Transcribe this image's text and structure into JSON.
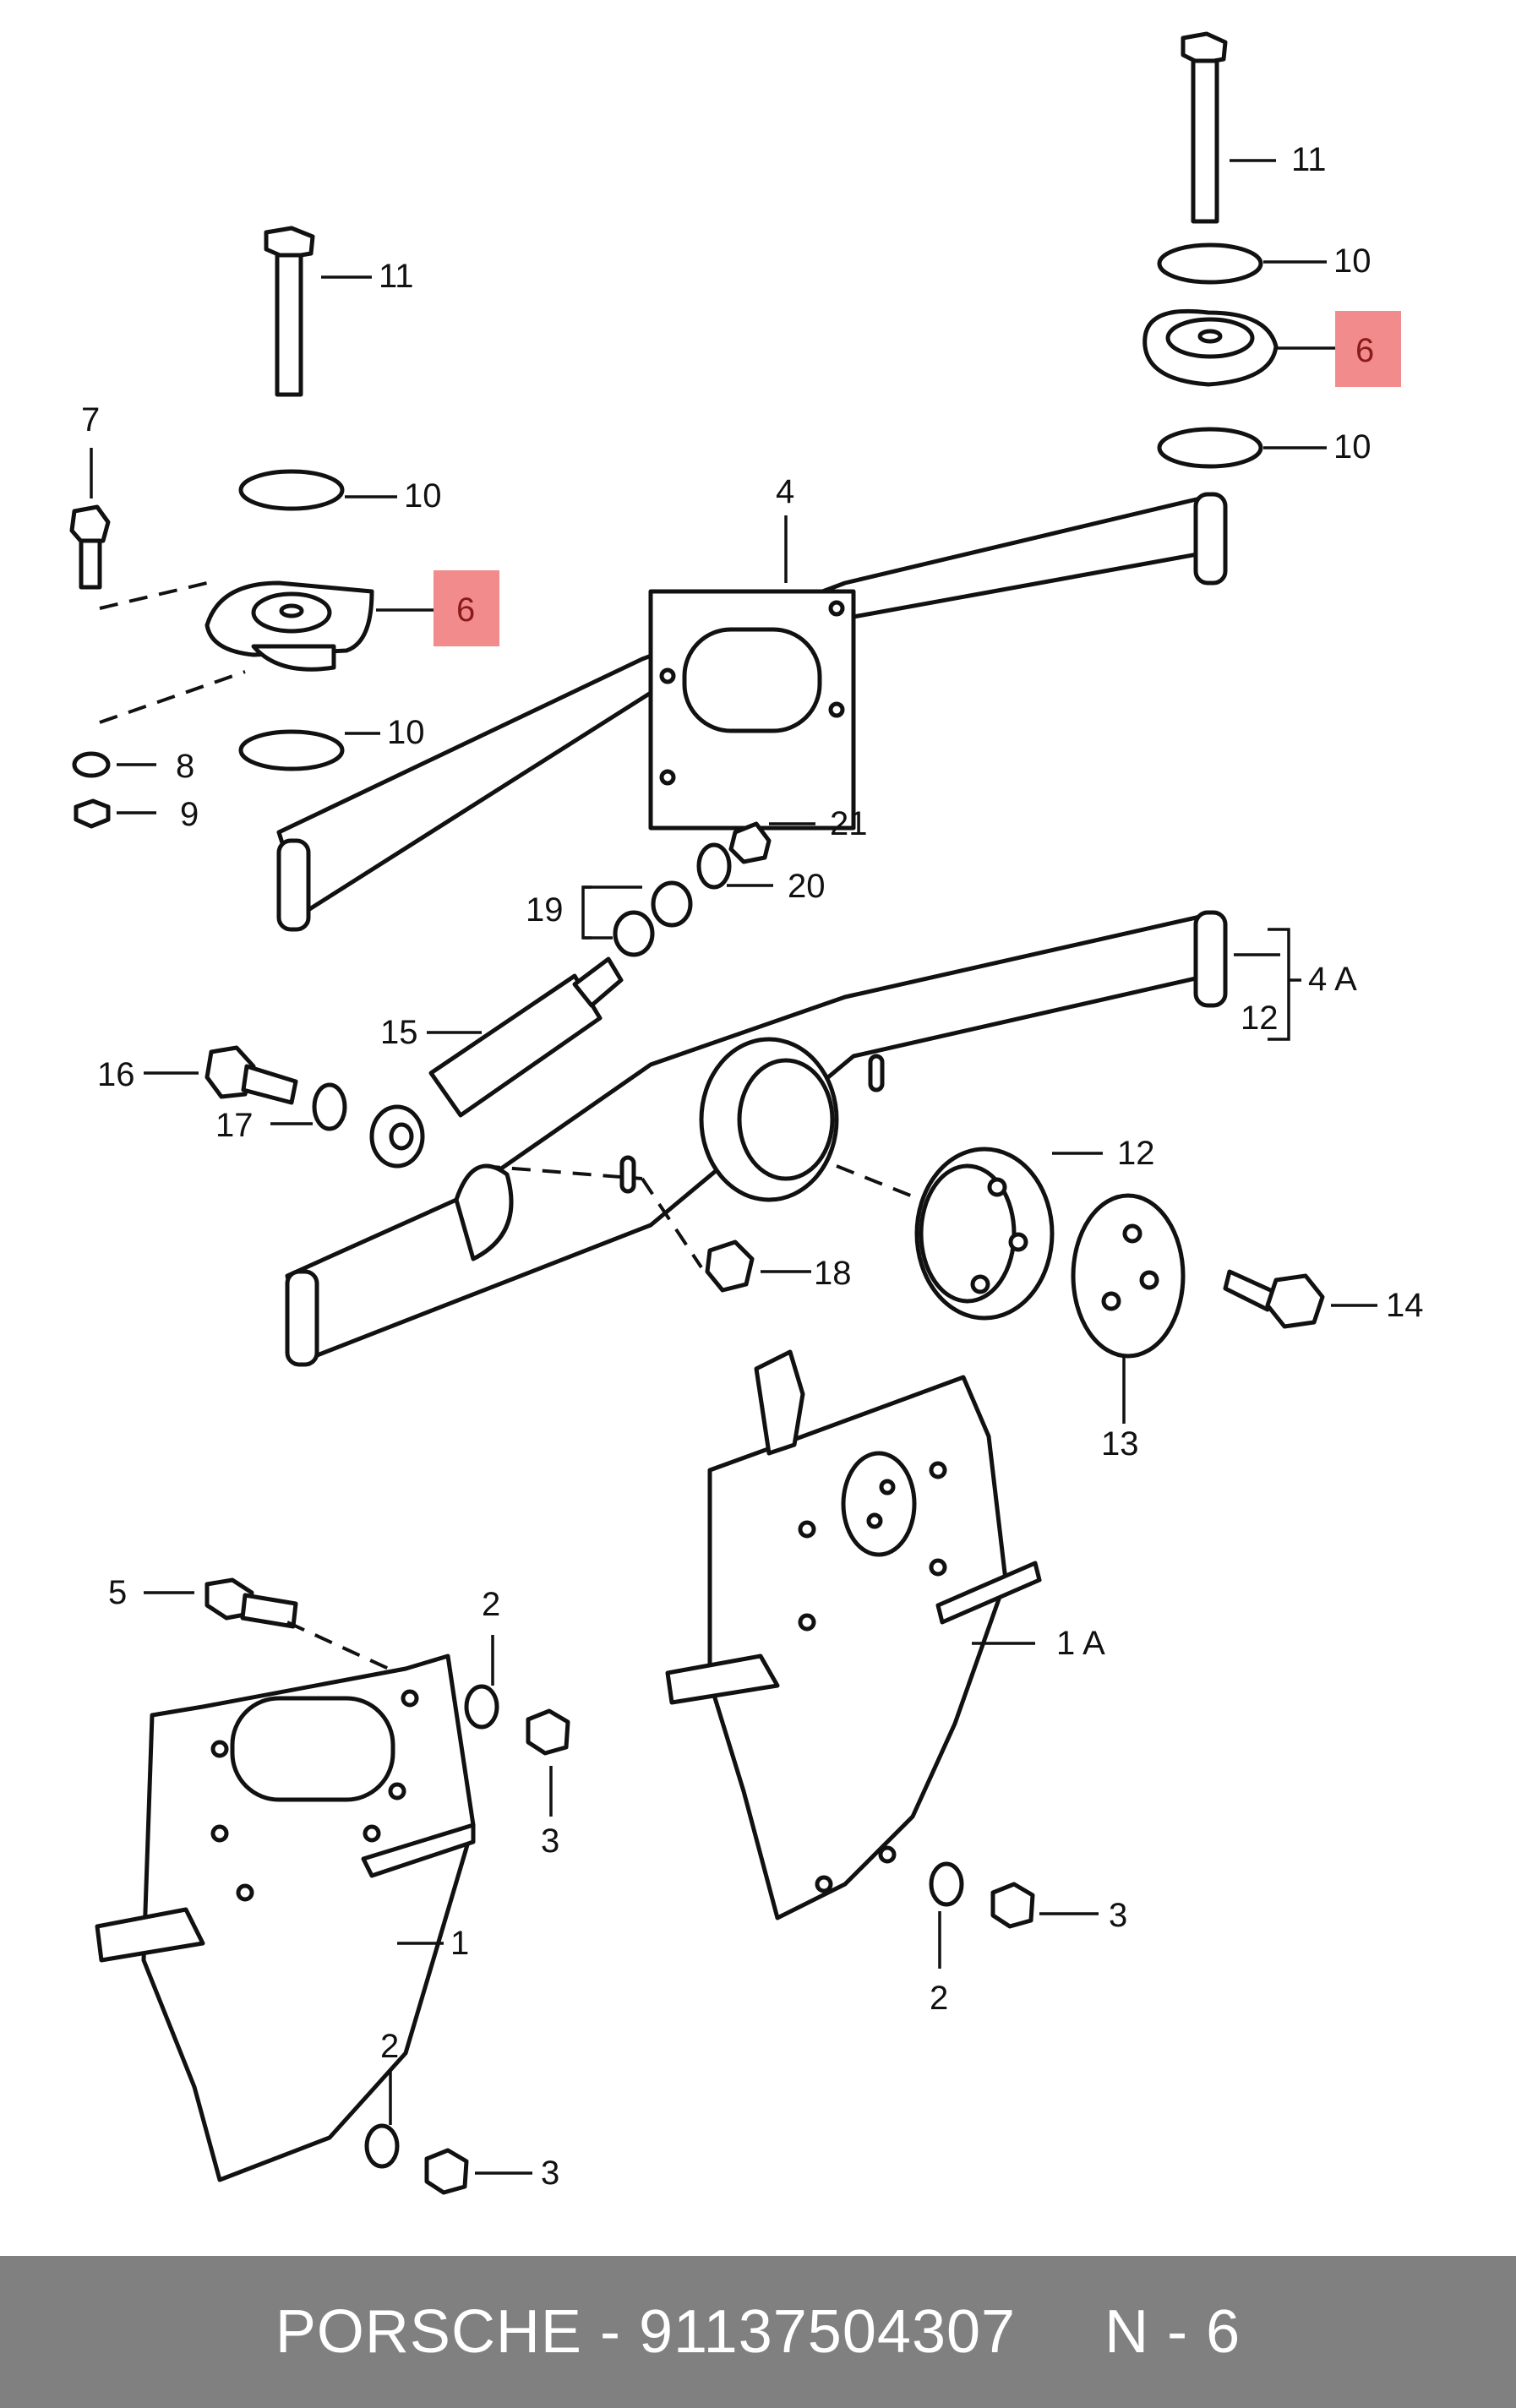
{
  "colors": {
    "highlight": "#f28b8b",
    "footer_bg": "#808080",
    "footer_text": "#ffffff",
    "line": "#111111"
  },
  "labels": {
    "p1": "1",
    "p1a": "1 A",
    "p2": "2",
    "p3": "3",
    "p4": "4",
    "p4a": "4 A",
    "p5": "5",
    "p6": "6",
    "p7": "7",
    "p8": "8",
    "p9": "9",
    "p10": "10",
    "p11": "11",
    "p12": "12",
    "p13": "13",
    "p14": "14",
    "p15": "15",
    "p16": "16",
    "p17": "17",
    "p18": "18",
    "p19": "19",
    "p20": "20",
    "p21": "21"
  },
  "footer": {
    "text": "PORSCHE - 91137504307     N - 6"
  }
}
